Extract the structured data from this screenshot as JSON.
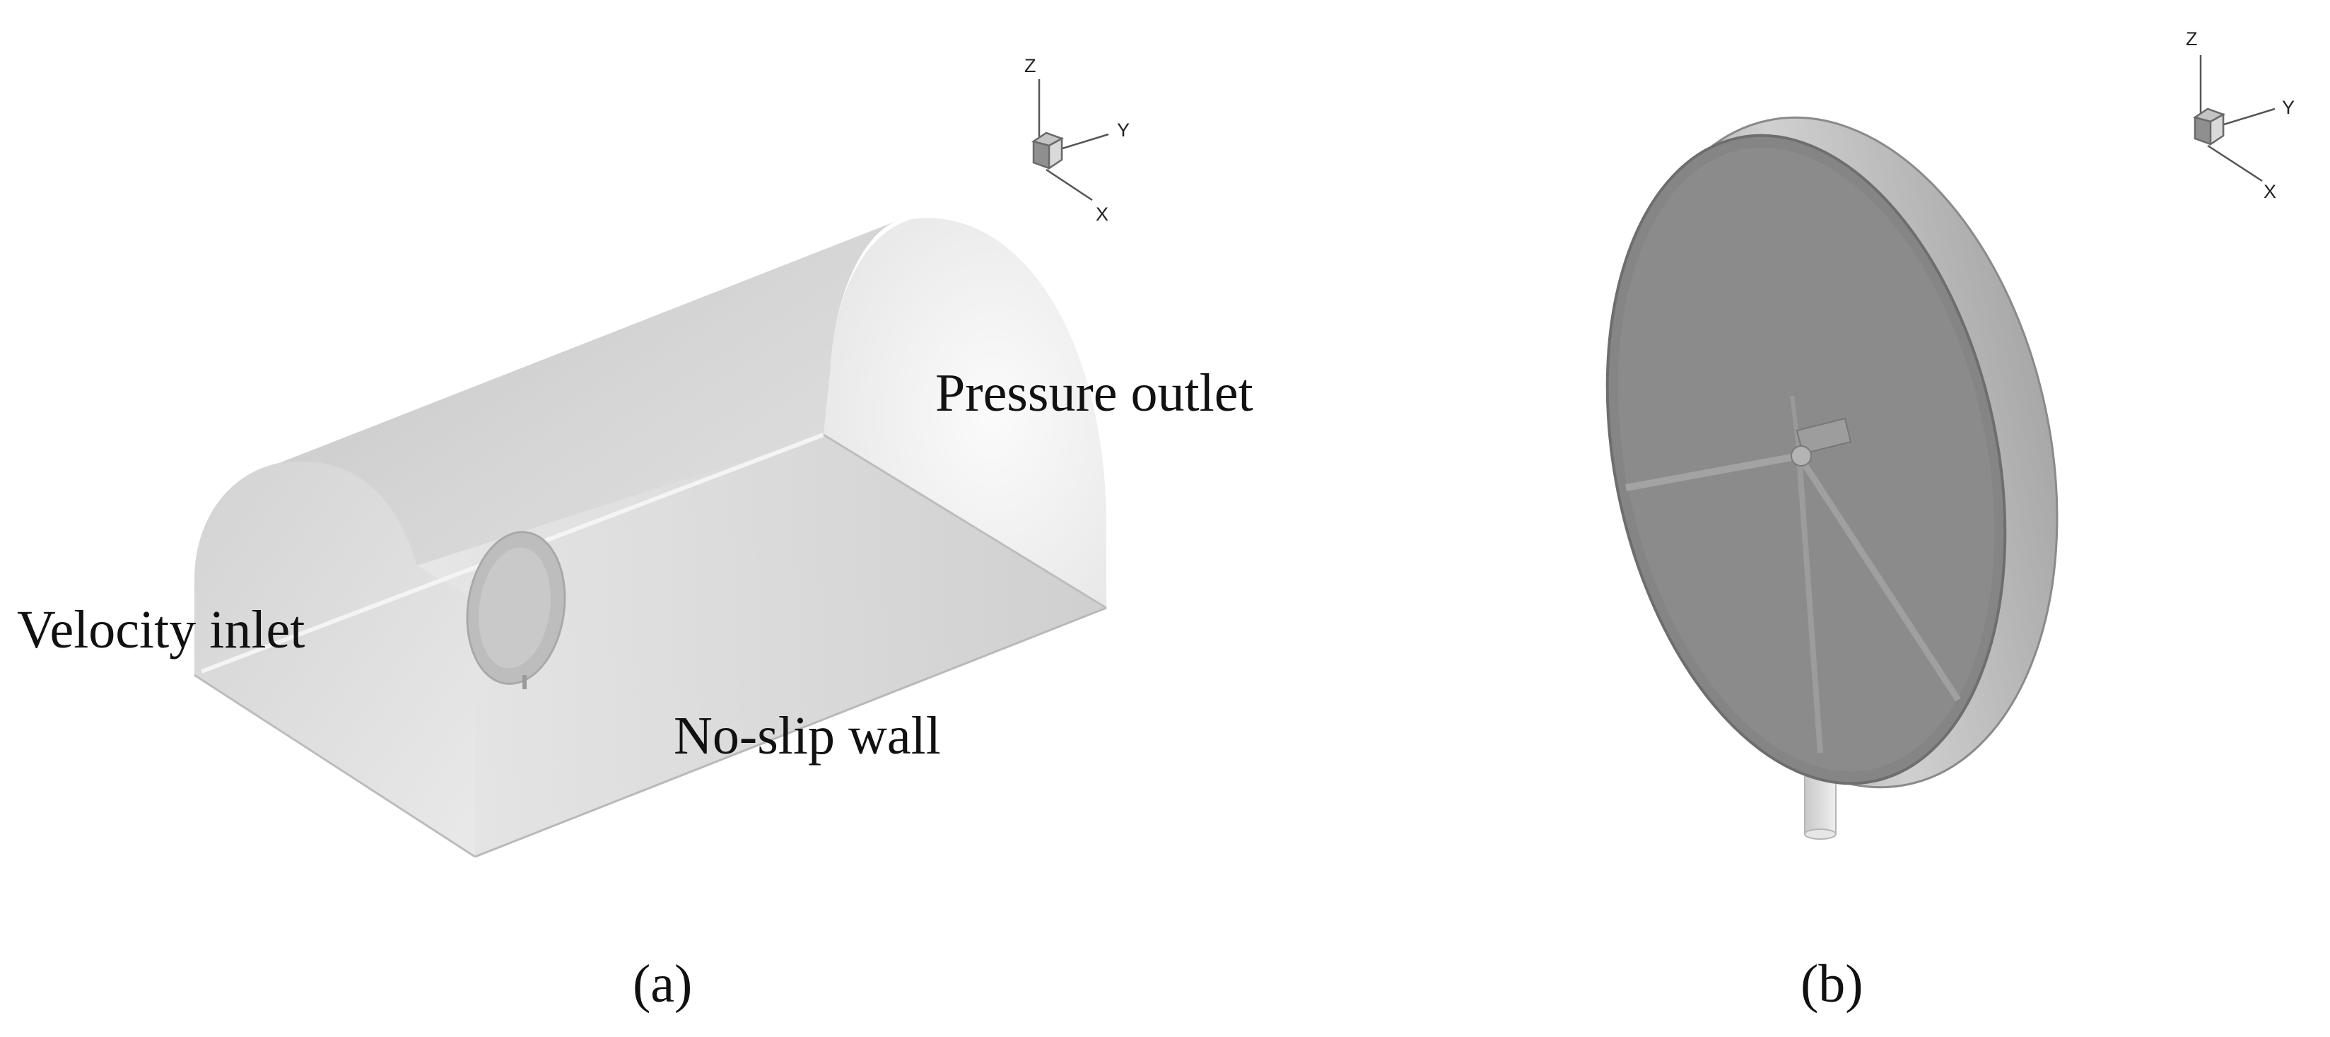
{
  "panel_a": {
    "caption": "(a)",
    "labels": {
      "velocity_inlet": "Velocity inlet",
      "pressure_outlet": "Pressure outlet",
      "no_slip_wall": "No-slip wall"
    },
    "axes": {
      "z": "Z",
      "y": "Y",
      "x": "X"
    }
  },
  "panel_b": {
    "caption": "(b)",
    "axes": {
      "z": "Z",
      "y": "Y",
      "x": "X"
    }
  }
}
